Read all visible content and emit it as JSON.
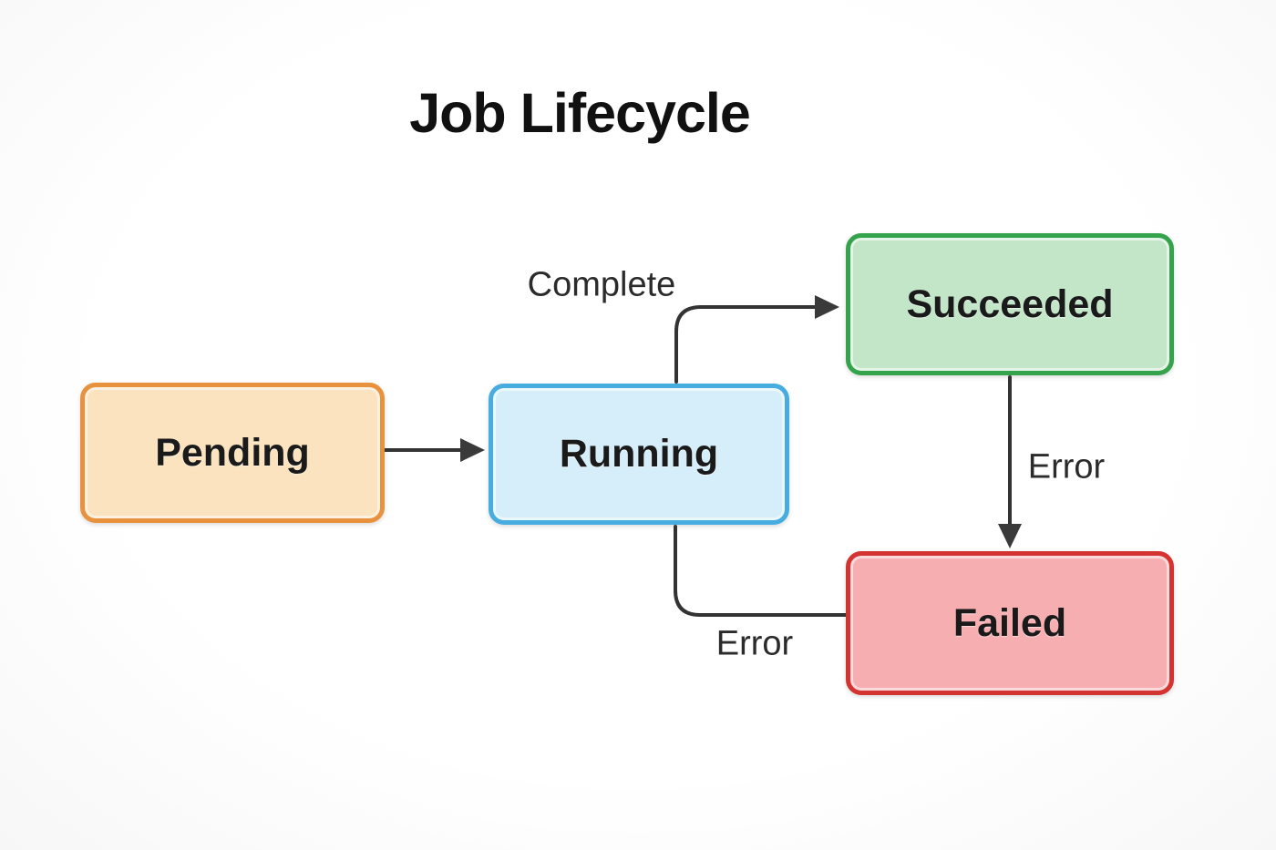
{
  "diagram": {
    "title": "Job Lifecycle",
    "nodes": [
      {
        "id": "pending",
        "label": "Pending",
        "fill": "#FAE3BE",
        "border": "#E8923E"
      },
      {
        "id": "running",
        "label": "Running",
        "fill": "#D6EEF9",
        "border": "#47ACDF"
      },
      {
        "id": "succeeded",
        "label": "Succeeded",
        "fill": "#C3E6C9",
        "border": "#35A24C"
      },
      {
        "id": "failed",
        "label": "Failed",
        "fill": "#F7AEB1",
        "border": "#D43431"
      }
    ],
    "edges": [
      {
        "from": "pending",
        "to": "running",
        "label": ""
      },
      {
        "from": "running",
        "to": "succeeded",
        "label": "Complete"
      },
      {
        "from": "succeeded",
        "to": "failed",
        "label": "Error"
      },
      {
        "from": "running",
        "to": "failed",
        "label": "Error"
      }
    ],
    "arrow_color": "#333333",
    "text_color": "#1a1a1a",
    "background_color": "#FAFAFB"
  }
}
